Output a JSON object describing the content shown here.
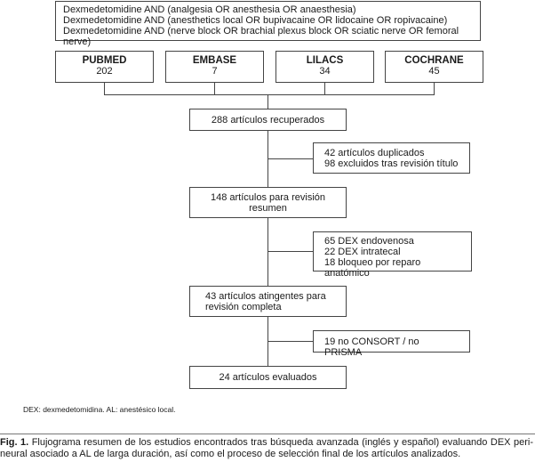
{
  "search": {
    "lines": [
      "Dexmedetomidine AND (analgesia OR anesthesia OR anaesthesia)",
      "Dexmedetomidine AND (anesthetics local OR bupivacaine OR lidocaine OR ropivacaine)",
      "Dexmedetomidine AND (nerve block OR brachial plexus block OR sciatic nerve OR femoral nerve)"
    ]
  },
  "databases": [
    {
      "name": "PUBMED",
      "count": "202"
    },
    {
      "name": "EMBASE",
      "count": "7"
    },
    {
      "name": "LILACS",
      "count": "34"
    },
    {
      "name": "COCHRANE",
      "count": "45"
    }
  ],
  "flow": {
    "retrieved": "288 artículos recuperados",
    "excluded1": [
      "42 artículos duplicados",
      "98 excluidos tras revisión título"
    ],
    "abstract_review": [
      "148 artículos para revisión",
      "resumen"
    ],
    "excluded2": [
      "65 DEX endovenosa",
      "22 DEX intratecal",
      "18 bloqueo por reparo anatómico"
    ],
    "full_review": [
      "43 artículos atingentes para",
      "revisión completa"
    ],
    "excluded3": "19 no CONSORT / no PRISMA",
    "evaluated": "24 artículos evaluados"
  },
  "footnote": "DEX: dexmedetomidina. AL: anestésico local.",
  "caption": {
    "label": "Fig. 1.",
    "text": " Flujograma resumen de los estudios encontrados tras búsqueda avanzada (inglés y español) evaluando DEX peri-neural asociado a AL de larga duración, así como el proceso de selección final de los artículos analizados."
  }
}
